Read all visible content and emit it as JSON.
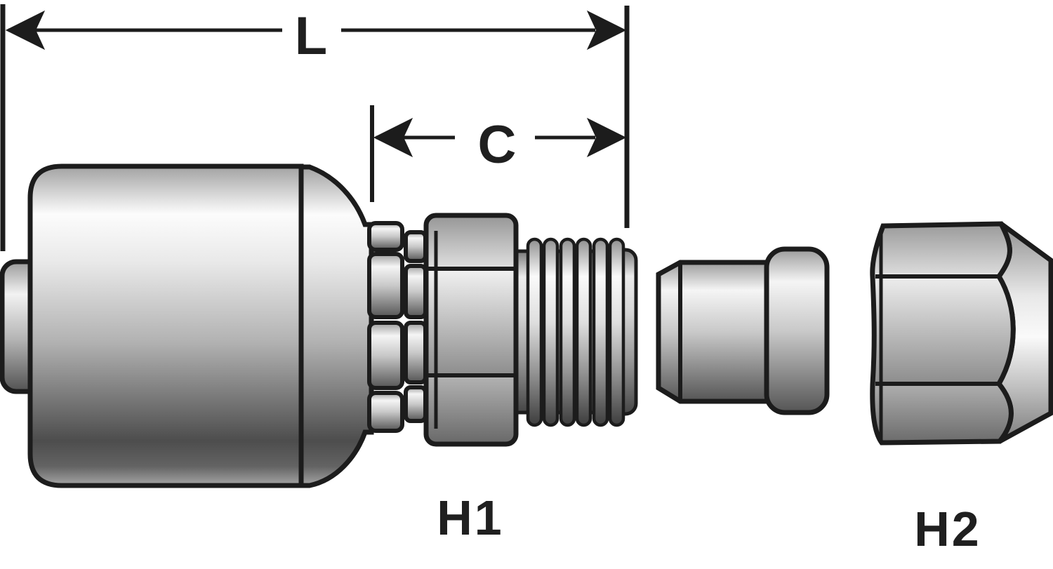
{
  "diagram": {
    "type": "technical-line-drawing",
    "subject": "hydraulic-hose-coupling-dimension-diagram",
    "background": "#ffffff",
    "outline_color": "#1c1c1c",
    "label_color": "#1f1f1f",
    "metal_highlight": "#ffffff",
    "metal_shadow": "#4d4d4d",
    "labels": {
      "L": "L",
      "C": "C",
      "H1": "H1",
      "H2": "H2"
    }
  }
}
